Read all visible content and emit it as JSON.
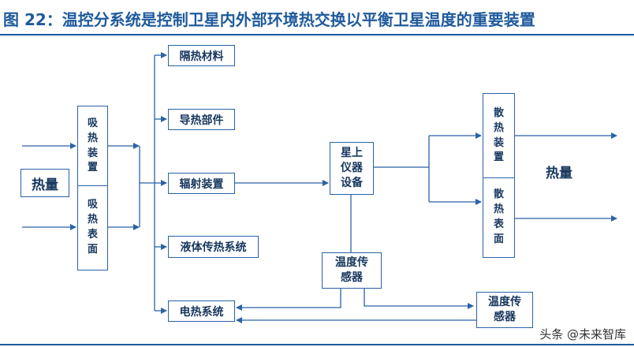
{
  "title": "图 22：温控分系统是控制卫星内外部环境热交换以平衡卫星温度的重要装置",
  "nodes": {
    "heat_in": "热量",
    "heat_out": "热量",
    "absorb_device": "吸\n热\n装\n置",
    "absorb_surface": "吸\n热\n表\n面",
    "insulation": "隔热材料",
    "conductive_parts": "导热部件",
    "radiation_device": "辐射装置",
    "liquid_heat_system": "液体传热系统",
    "electric_heat_system": "电热系统",
    "onboard_instruments": "星上\n仪器\n设备",
    "temp_sensor_1": "温度传\n感器",
    "temp_sensor_2": "温度传\n感器",
    "dissipate_device": "散\n热\n装\n置",
    "dissipate_surface": "散\n热\n表\n面"
  },
  "watermark": "头条 @未来智库",
  "colors": {
    "line": "#2b62a8",
    "title": "#1f5a9c",
    "text": "#17375e"
  }
}
